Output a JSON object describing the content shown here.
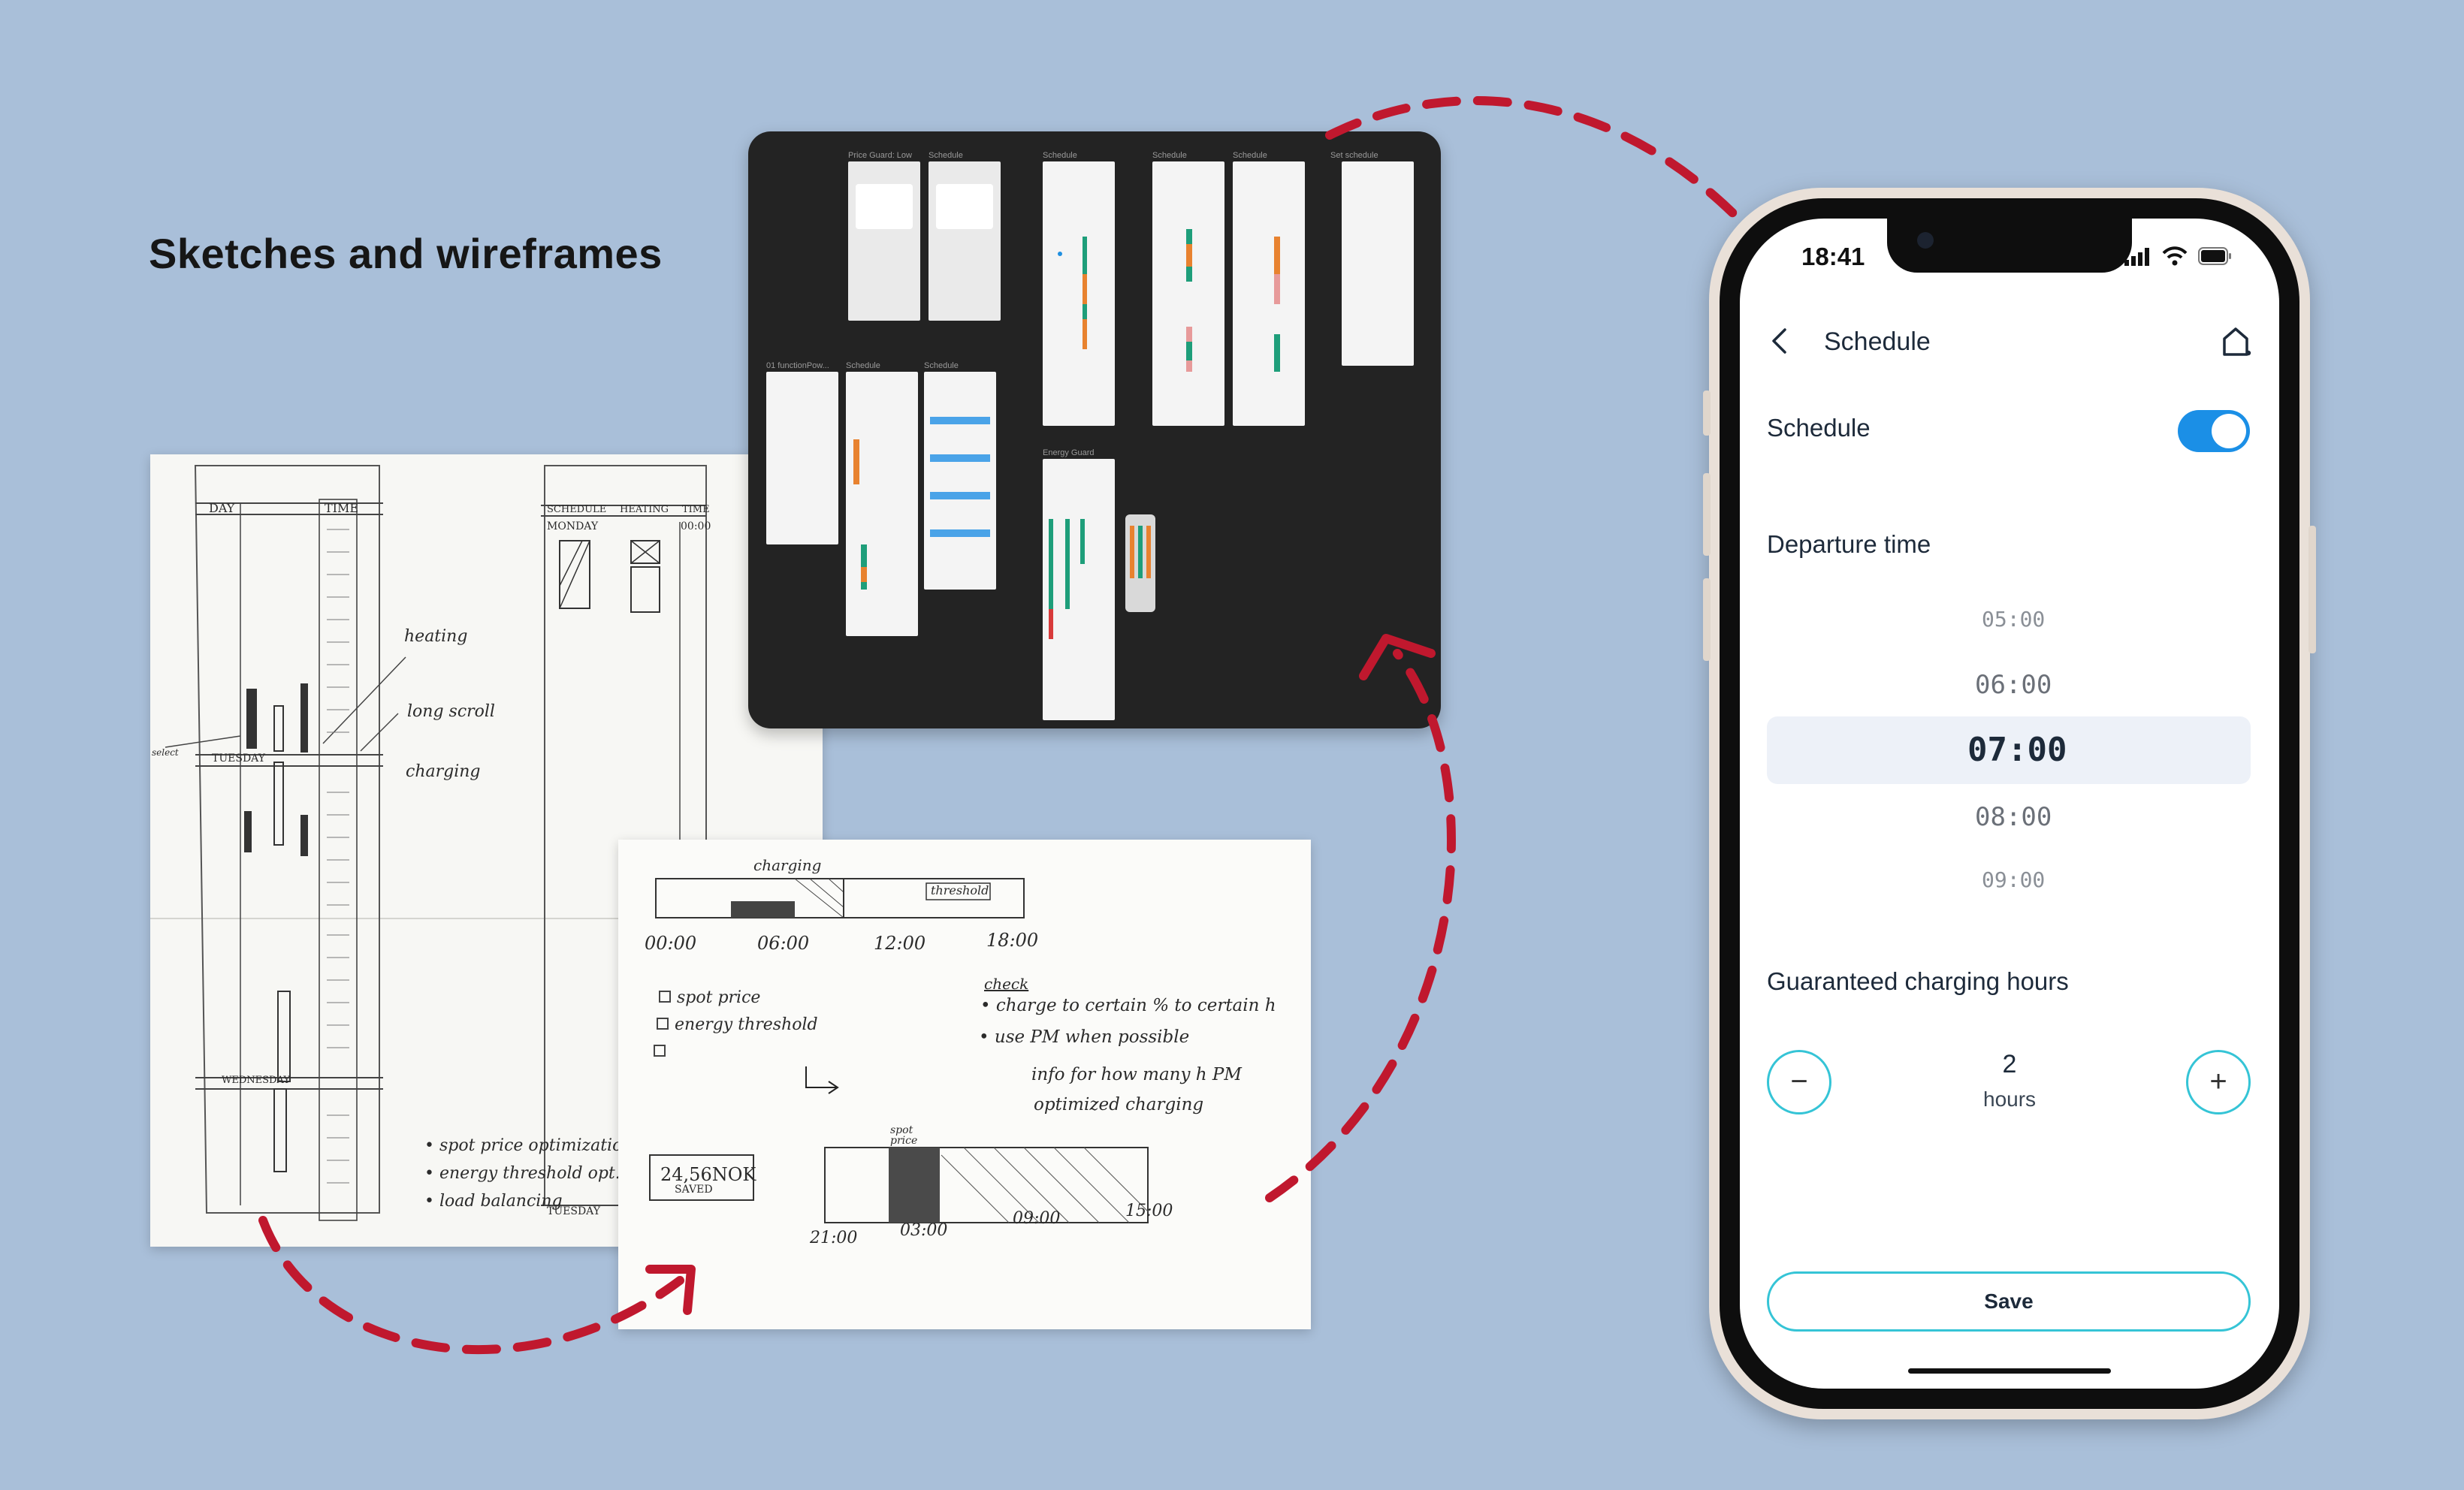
{
  "title": "Sketches and wireframes",
  "phone": {
    "status": {
      "time": "18:41"
    },
    "header": {
      "title": "Schedule"
    },
    "schedule_label": "Schedule",
    "schedule_enabled": true,
    "departure_label": "Departure time",
    "times": [
      "05:00",
      "06:00",
      "07:00",
      "08:00",
      "09:00"
    ],
    "selected_time": "07:00",
    "charging_label": "Guaranteed charging hours",
    "hours_value": "2",
    "hours_unit": "hours",
    "save_label": "Save"
  },
  "sketch1": {
    "col_day": "DAY",
    "col_time": "TIME",
    "day_tuesday": "TUESDAY",
    "day_wednesday": "WEDNESDAY",
    "note_heating": "heating",
    "note_long_scroll": "long scroll",
    "note_charging": "charging",
    "note_left": "select",
    "right_col_schedule": "SCHEDULE",
    "right_col_heating": "HEATING",
    "right_col_time": "TIME",
    "right_day_monday": "MONDAY",
    "right_day_tuesday": "TUESDAY",
    "right_time_first": "00:00",
    "bullets": [
      "spot price optimization",
      "energy threshold opt.",
      "load balancing"
    ]
  },
  "sketch2": {
    "top_charging": "charging",
    "threshold": "threshold",
    "ticks_top": [
      "00:00",
      "06:00",
      "12:00",
      "18:00"
    ],
    "checkboxes": [
      "spot price",
      "energy threshold",
      ""
    ],
    "check_title": "check",
    "check_lines": [
      "charge to certain % to certain h",
      "use PM when possible",
      "info for how many h PM",
      "optimized charging"
    ],
    "saved_value": "24,56NOK",
    "saved_label": "SAVED",
    "spot_price": "spot price",
    "ticks_bottom": [
      "21:00",
      "03:00",
      "09:00",
      "15:00"
    ]
  },
  "wireframes": {
    "labels": [
      "Price Guard: Low",
      "Schedule",
      "Schedule",
      "Schedule",
      "Schedule",
      "Set schedule",
      "01 functionPow...",
      "Schedule",
      "Schedule",
      "Energy Guard"
    ]
  },
  "colors": {
    "background": "#a9bfd9",
    "arrow": "#c0182e",
    "accent": "#35c4d6",
    "toggle": "#1b8fe6",
    "board": "#232323"
  }
}
